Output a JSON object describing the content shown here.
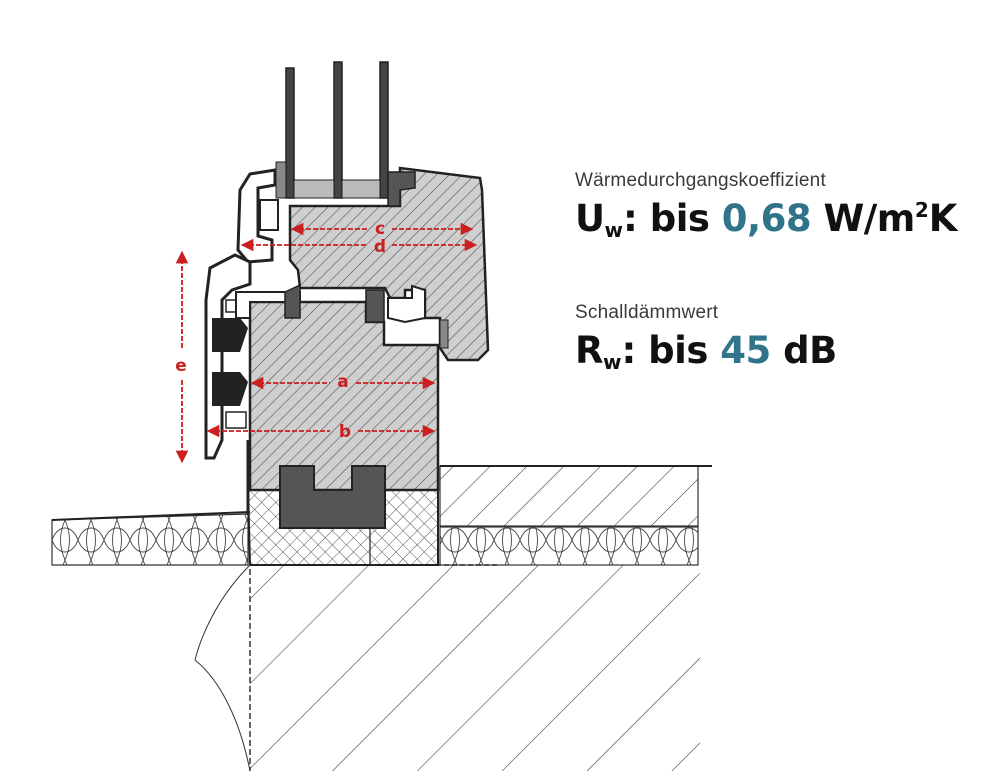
{
  "labels": {
    "a": "a",
    "b": "b",
    "c": "c",
    "d": "d",
    "e": "e"
  },
  "specs": [
    {
      "caption": "Wärmedurchgangskoeffizient",
      "symbol": "U",
      "subscript": "w",
      "prefix": ": bis ",
      "value": "0,68",
      "unit_main": " W/m",
      "unit_sup": "2",
      "unit_end": "K"
    },
    {
      "caption": "Schalldämmwert",
      "symbol": "R",
      "subscript": "w",
      "prefix": ": bis ",
      "value": "45",
      "unit_main": " dB"
    }
  ],
  "colors": {
    "dimension": "#cc1f1f",
    "accent_value": "#2f7489",
    "profile": "#3c3c3c",
    "wood_fill": "#cfcfcf",
    "dark_block": "#555555"
  }
}
